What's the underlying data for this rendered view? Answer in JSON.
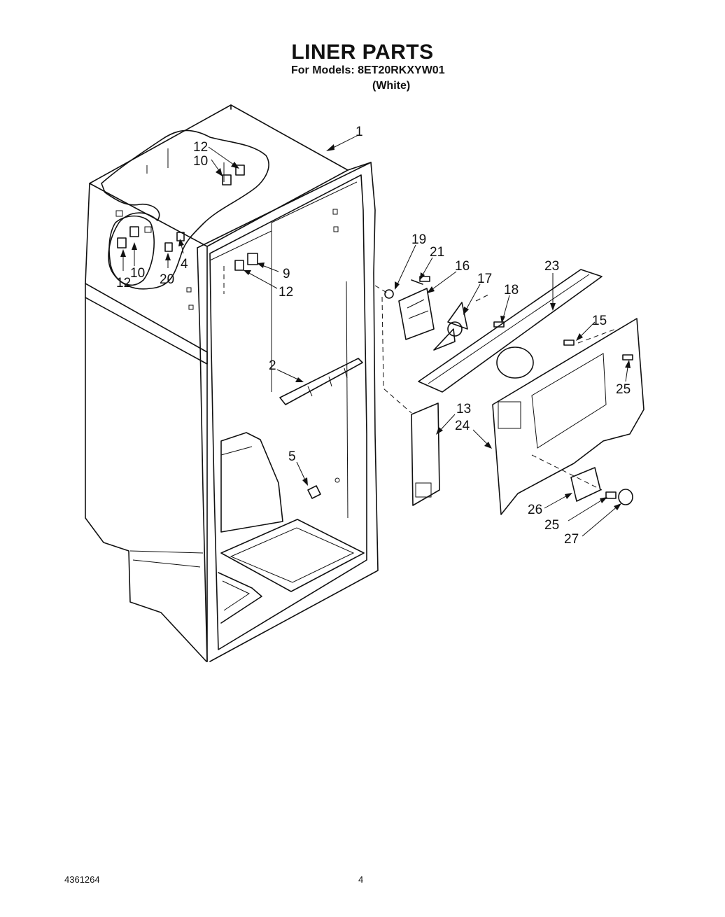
{
  "header": {
    "title": "LINER PARTS",
    "models": "For Models: 8ET20RKXYW01",
    "color": "(White)"
  },
  "footer": {
    "doc_number": "4361264",
    "page": "4"
  },
  "callouts": [
    "1",
    "12",
    "10",
    "12",
    "10",
    "20",
    "4",
    "9",
    "12",
    "2",
    "5",
    "19",
    "21",
    "16",
    "17",
    "18",
    "23",
    "15",
    "25",
    "13",
    "24",
    "26",
    "25",
    "27"
  ]
}
